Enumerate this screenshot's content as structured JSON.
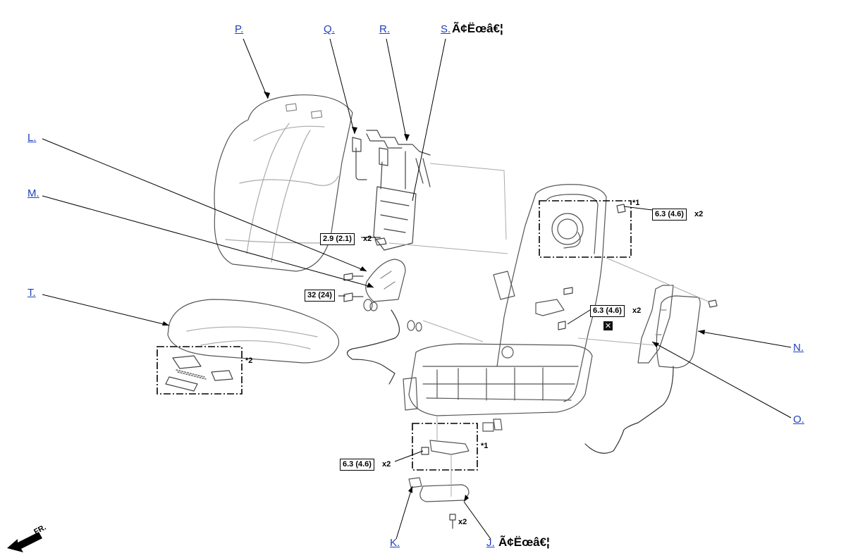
{
  "callouts": [
    {
      "id": "P",
      "text": "P."
    },
    {
      "id": "Q",
      "text": "Q."
    },
    {
      "id": "R",
      "text": "R."
    },
    {
      "id": "S",
      "text": "S.",
      "suffix": "Ã¢Ëœâ€¦"
    },
    {
      "id": "L",
      "text": "L."
    },
    {
      "id": "M",
      "text": "M."
    },
    {
      "id": "T",
      "text": "T."
    },
    {
      "id": "N",
      "text": "N."
    },
    {
      "id": "O",
      "text": "O."
    },
    {
      "id": "K",
      "text": "K."
    },
    {
      "id": "J",
      "text": "J.",
      "suffix": "Ã¢Ëœâ€¦"
    }
  ],
  "torques": {
    "t1": {
      "value": "2.9 (2.1)",
      "qty": "x2"
    },
    "t2": {
      "value": "32 (24)"
    },
    "t3": {
      "value": "6.3 (4.6)",
      "qty": "x2"
    },
    "t4": {
      "value": "6.3 (4.6)",
      "qty": "x2"
    },
    "t5": {
      "value": "6.3 (4.6)",
      "qty": "x2"
    }
  },
  "screw_qty": "x2",
  "notes": {
    "n1a": "*1",
    "n1b": "*1",
    "n2": "*2"
  },
  "xmark": "✕",
  "fr_label": "FR.",
  "colors": {
    "link": "#1f3fbf",
    "line": "#000000",
    "part": "#555555",
    "ghost": "#aaaaaa"
  }
}
